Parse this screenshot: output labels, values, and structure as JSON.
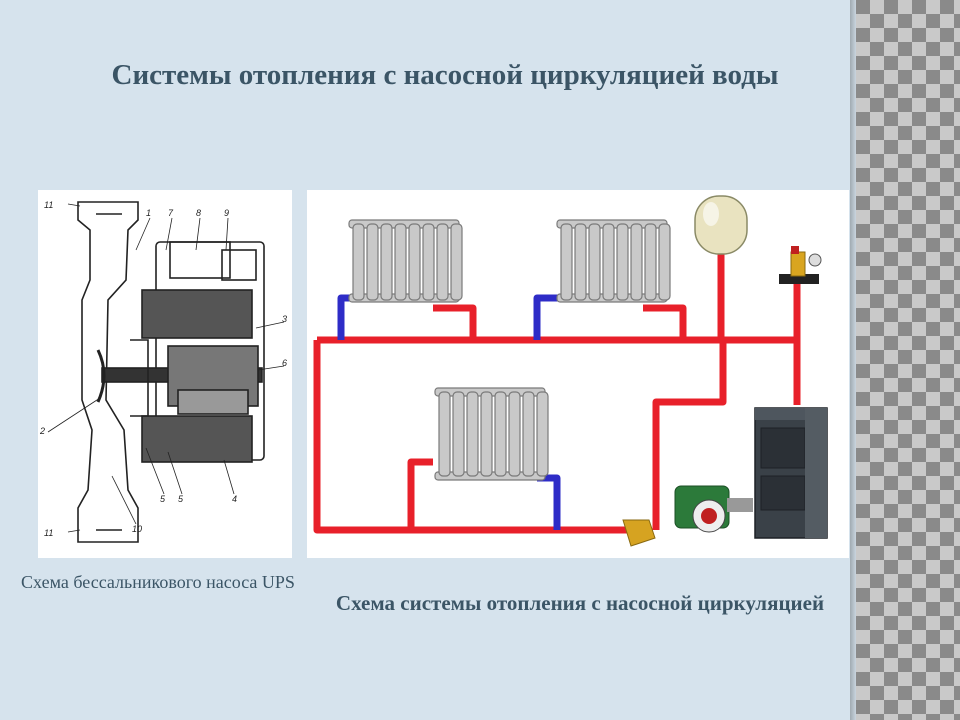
{
  "slide": {
    "title": "Системы отопления с насосной циркуляцией воды"
  },
  "pump_diagram": {
    "caption": "Схема бессальникового насоса UPS",
    "labels": [
      "11",
      "1",
      "7",
      "8",
      "9",
      "3",
      "6",
      "2",
      "5",
      "5",
      "4",
      "10",
      "11"
    ]
  },
  "system_diagram": {
    "caption": "Схема системы отопления с насосной циркуляцией",
    "colors": {
      "supply": "#e8202a",
      "return": "#2e2cc7"
    }
  }
}
